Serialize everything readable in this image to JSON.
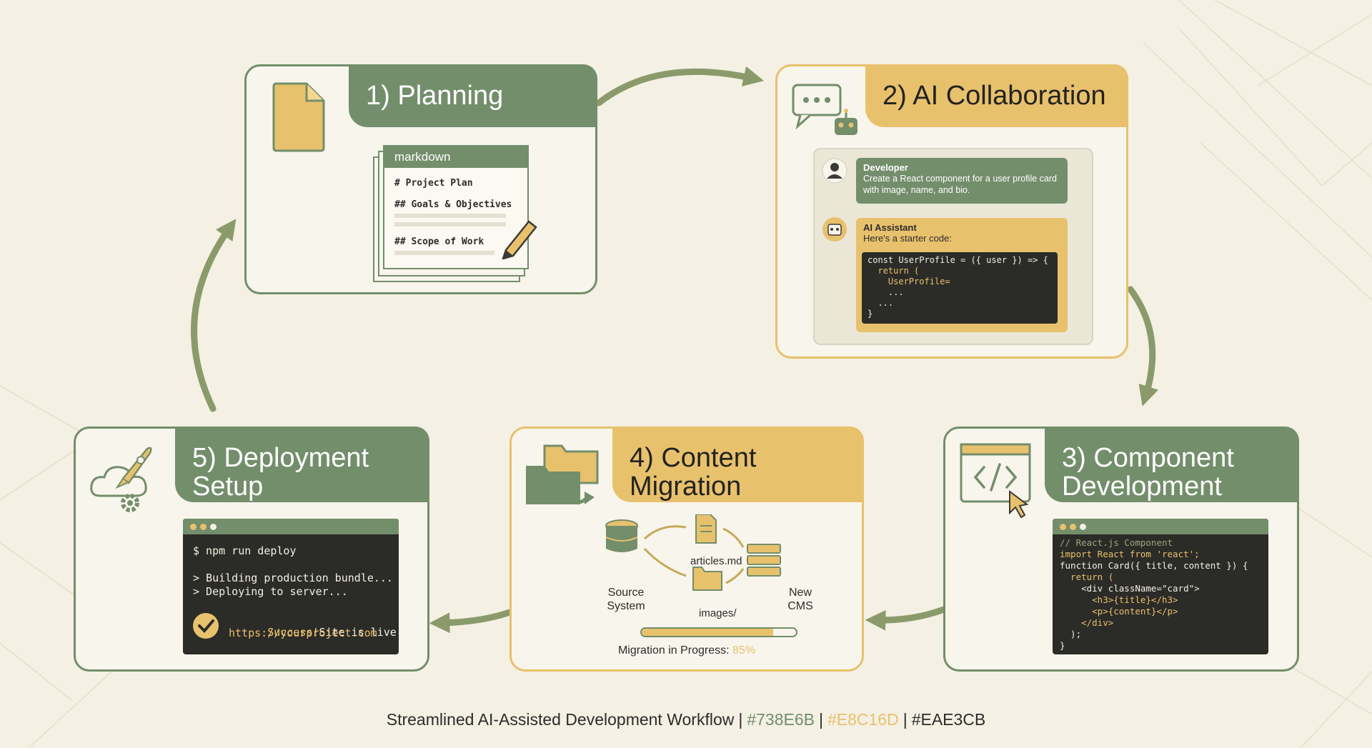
{
  "colors": {
    "green": "#738E6B",
    "yellow": "#E8C16D",
    "background": "#EAE3CB",
    "terminal": "#2B2B27"
  },
  "planning": {
    "title": "1) Planning",
    "icon": "document-icon",
    "doc_tab": "markdown",
    "lines": [
      "# Project Plan",
      "## Goals & Objectives",
      "## Scope of Work"
    ]
  },
  "ai_collab": {
    "title": "2) AI Collaboration",
    "icon": "chat-robot-icon",
    "dev_label": "Developer",
    "dev_message": "Create a React component for a user profile card with image, name, and bio.",
    "ai_label": "AI Assistant",
    "ai_message": "Here's a starter code:",
    "code_lines": [
      "const UserProfile = ({ user }) => {",
      "  return (",
      "    UserProfile=",
      "    ...",
      "  ...",
      "}"
    ]
  },
  "component_dev": {
    "title": "3) Component Development",
    "icon": "code-window-icon",
    "code_lines": [
      "// React.js Component",
      "import React from 'react';",
      "function Card({ title, content }) {",
      "  return (",
      "    <div className=\"card\">",
      "      <h3>{title}</h3>",
      "      <p>{content}</p>",
      "    </div>",
      "  );",
      "}"
    ]
  },
  "content_migration": {
    "title": "4) Content Migration",
    "icon": "folders-icon",
    "source_label": "Source System",
    "articles_label": "articles.md",
    "images_label": "images/",
    "cms_label": "New CMS",
    "progress_label": "Migration in Progress:",
    "progress_value": "85%",
    "progress_fraction": 0.85
  },
  "deployment": {
    "title": "5) Deployment Setup",
    "icon": "rocket-cloud-icon",
    "command": "$ npm run deploy",
    "log1": "> Building production bundle...",
    "log2": "> Deploying to server...",
    "success": "Success!",
    "success_rest": "Site is live at",
    "url": "https://yourproject.com"
  },
  "footer": {
    "caption": "Streamlined AI-Assisted Development Workflow",
    "color1": "#738E6B",
    "color2": "#E8C16D",
    "color3": "#EAE3CB"
  }
}
